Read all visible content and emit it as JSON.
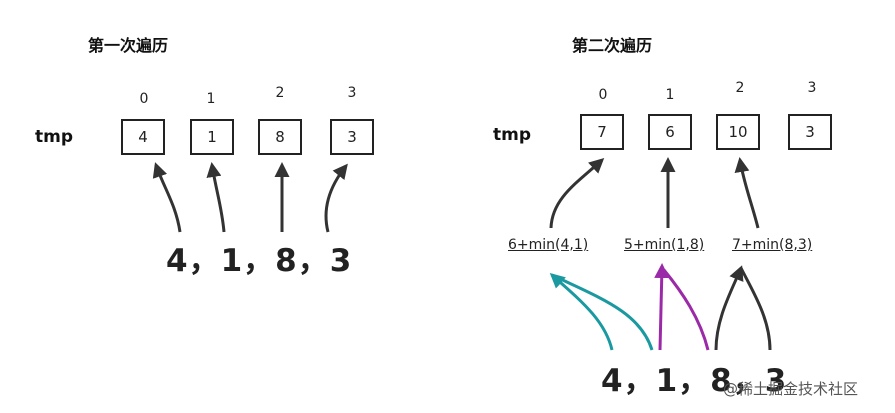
{
  "left": {
    "title": "第一次遍历",
    "row_label": "tmp",
    "indices": [
      "0",
      "1",
      "2",
      "3"
    ],
    "values": [
      "4",
      "1",
      "8",
      "3"
    ],
    "sequence": "4，1，8，3"
  },
  "right": {
    "title": "第二次遍历",
    "row_label": "tmp",
    "indices": [
      "0",
      "1",
      "2",
      "3"
    ],
    "values": [
      "7",
      "6",
      "10",
      "3"
    ],
    "expressions": [
      "6+min(4,1)",
      "5+min(1,8)",
      "7+min(8,3)"
    ],
    "sequence": "4，1，8，3"
  },
  "colors": {
    "arrow_dark": "#333333",
    "arrow_teal": "#1a9aa0",
    "arrow_purple": "#9b2aa8"
  },
  "watermark": "@稀土掘金技术社区"
}
